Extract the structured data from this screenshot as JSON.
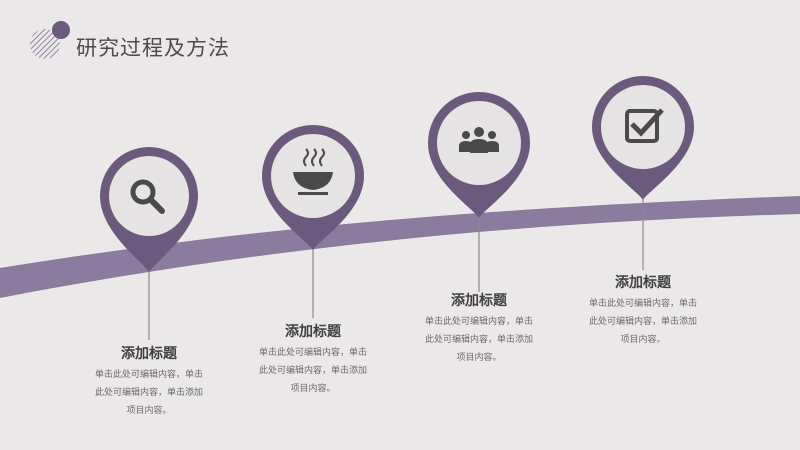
{
  "title": "研究过程及方法",
  "colors": {
    "accent": "#6c5a7e",
    "band": "#8b7c9f",
    "background": "#eae8e9",
    "icon": "#4a4a4a",
    "circle": "#e6e3e5"
  },
  "steps": [
    {
      "heading": "添加标题",
      "desc_lines": [
        "单击此处可编辑内容，单击",
        "此处可编辑内容，单击添加",
        "项目内容。"
      ],
      "icon": "magnifier-icon"
    },
    {
      "heading": "添加标题",
      "desc_lines": [
        "单击此处可编辑内容，单击",
        "此处可编辑内容，单击添加",
        "项目内容。"
      ],
      "icon": "bowl-icon"
    },
    {
      "heading": "添加标题",
      "desc_lines": [
        "单击此处可编辑内容，单击",
        "此处可编辑内容，单击添加",
        "项目内容。"
      ],
      "icon": "team-icon"
    },
    {
      "heading": "添加标题",
      "desc_lines": [
        "单击此处可编辑内容，单击",
        "此处可编辑内容，单击添加",
        "项目内容。"
      ],
      "icon": "checkbox-icon"
    }
  ]
}
